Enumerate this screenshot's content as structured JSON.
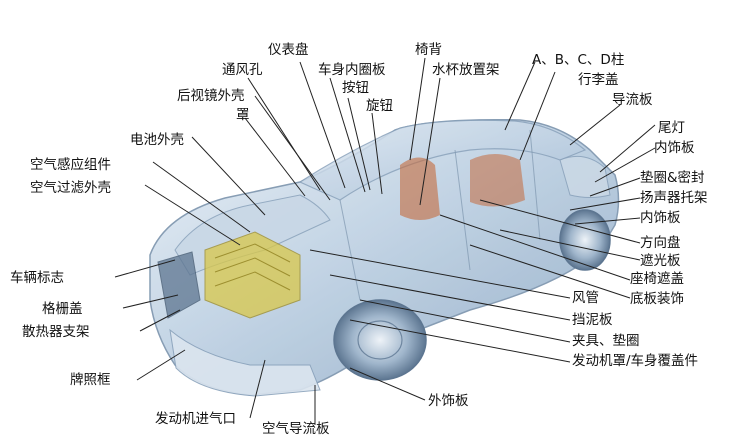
{
  "colors": {
    "body_tint": "#9bb5cf",
    "engine_yellow": "#d9c84a",
    "seat_orange": "#c46a3c",
    "leader_line": "#222222"
  },
  "labels": {
    "ybp": "仪表盘",
    "tfk": "通风孔",
    "cnqb": "车身内圈板",
    "yb": "椅背",
    "sbfzj": "水杯放置架",
    "abcd": "A、B、C、D柱",
    "xlg": "行李盖",
    "an": "按钮",
    "hsjwk": "后视镜外壳",
    "xn": "旋钮",
    "dlb": "导流板",
    "zhao": "罩",
    "wd": "尾灯",
    "nsb1": "内饰板",
    "dcwk": "电池外壳",
    "kqgyzj": "空气感应组件",
    "dqmf": "垫圈&密封",
    "kqglwk": "空气过滤外壳",
    "ysqtj": "扬声器托架",
    "nsb2": "内饰板",
    "fxp": "方向盘",
    "zgb": "遮光板",
    "clbz": "车辆标志",
    "zyzg": "座椅遮盖",
    "dbzs": "底板装饰",
    "gzg": "格栅盖",
    "fg": "风管",
    "srqzj": "散热器支架",
    "dnb": "挡泥板",
    "jjdq": "夹具、垫圈",
    "pzk": "牌照框",
    "fdjz": "发动机罩/车身覆盖件",
    "wsb": "外饰板",
    "fdjjqk": "发动机进气口",
    "kqdlb": "空气导流板"
  }
}
